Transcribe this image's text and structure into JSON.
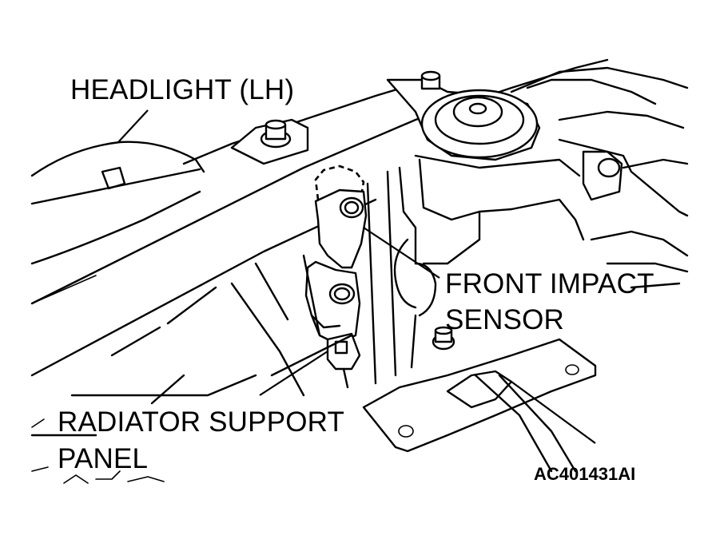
{
  "labels": {
    "headlight": "HEADLIGHT (LH)",
    "front_impact_sensor_line1": "FRONT IMPACT",
    "front_impact_sensor_line2": "SENSOR",
    "radiator_support_line1": "RADIATOR SUPPORT",
    "radiator_support_line2": "PANEL",
    "figure_code": "AC401431AI"
  },
  "colors": {
    "line": "#000000",
    "background": "#ffffff"
  }
}
